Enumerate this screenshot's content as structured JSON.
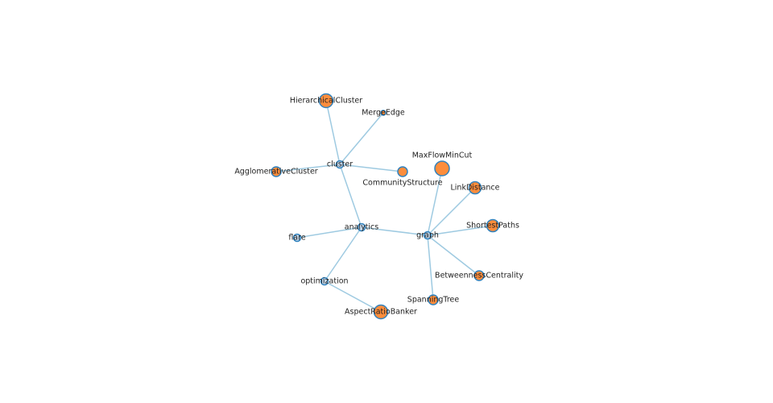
{
  "colors": {
    "leaf": "#fd8d3c",
    "internal": "#c6dbef",
    "stroke": "#3182bd",
    "link": "#9ecae1"
  },
  "nodes": [
    {
      "name": "flare",
      "type": "internal"
    },
    {
      "name": "analytics",
      "type": "internal"
    },
    {
      "name": "cluster",
      "type": "internal"
    },
    {
      "name": "graph",
      "type": "internal"
    },
    {
      "name": "optimization",
      "type": "internal"
    },
    {
      "name": "HierarchicalCluster",
      "type": "leaf"
    },
    {
      "name": "MergeEdge",
      "type": "leaf"
    },
    {
      "name": "AgglomerativeCluster",
      "type": "leaf"
    },
    {
      "name": "CommunityStructure",
      "type": "leaf"
    },
    {
      "name": "MaxFlowMinCut",
      "type": "leaf"
    },
    {
      "name": "LinkDistance",
      "type": "leaf"
    },
    {
      "name": "ShortestPaths",
      "type": "leaf"
    },
    {
      "name": "BetweennessCentrality",
      "type": "leaf"
    },
    {
      "name": "SpanningTree",
      "type": "leaf"
    },
    {
      "name": "AspectRatioBanker",
      "type": "leaf"
    }
  ],
  "links": [
    [
      "flare",
      "analytics"
    ],
    [
      "analytics",
      "cluster"
    ],
    [
      "analytics",
      "graph"
    ],
    [
      "analytics",
      "optimization"
    ],
    [
      "cluster",
      "HierarchicalCluster"
    ],
    [
      "cluster",
      "MergeEdge"
    ],
    [
      "cluster",
      "AgglomerativeCluster"
    ],
    [
      "cluster",
      "CommunityStructure"
    ],
    [
      "graph",
      "MaxFlowMinCut"
    ],
    [
      "graph",
      "LinkDistance"
    ],
    [
      "graph",
      "ShortestPaths"
    ],
    [
      "graph",
      "BetweennessCentrality"
    ],
    [
      "graph",
      "SpanningTree"
    ],
    [
      "optimization",
      "AspectRatioBanker"
    ]
  ]
}
